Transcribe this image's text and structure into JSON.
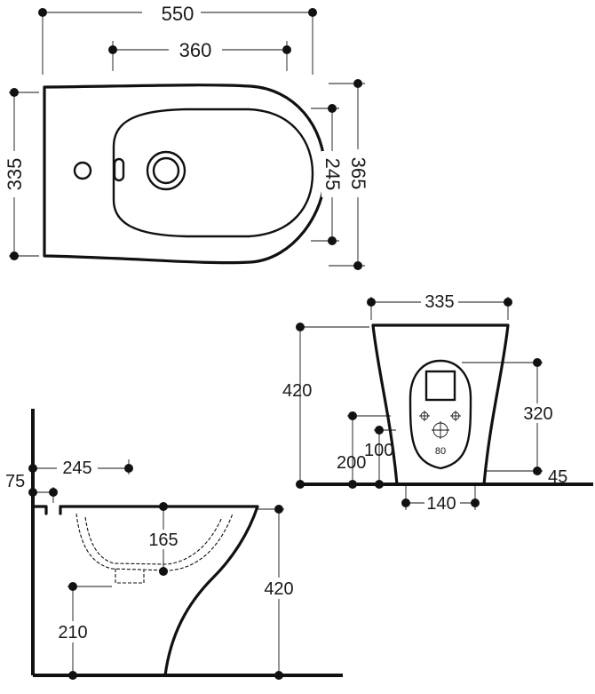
{
  "top_view": {
    "width": "550",
    "bowl_length": "360",
    "depth": "335",
    "bowl_width": "245",
    "overall_depth": "365"
  },
  "front_view": {
    "top_width": "335",
    "height": "420",
    "outlet_height": "320",
    "inlet_height": "200",
    "inlet_offset": "100",
    "outlet_diameter": "80",
    "outlet_offset": "45",
    "base_width": "140"
  },
  "side_view": {
    "wall_distance": "245",
    "wall_gap": "75",
    "bowl_depth": "165",
    "height": "420",
    "drain_height": "210"
  },
  "colors": {
    "line": "#111111",
    "background": "#ffffff"
  }
}
